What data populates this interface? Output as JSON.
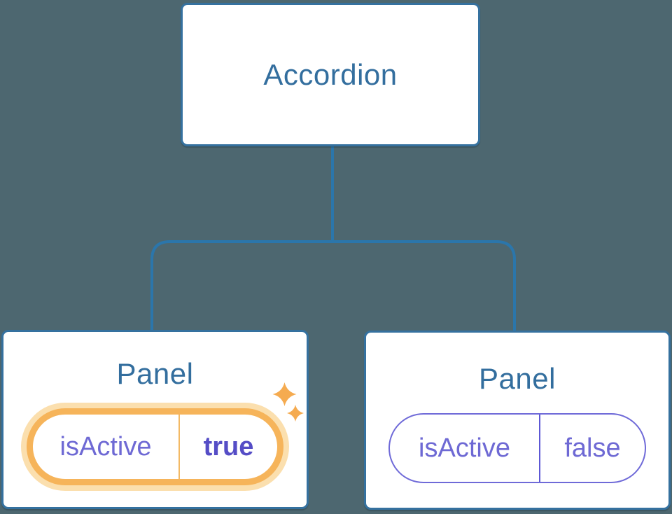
{
  "diagram": {
    "title_node": {
      "label": "Accordion"
    },
    "panels": [
      {
        "title": "Panel",
        "state_key": "isActive",
        "state_value": "true",
        "highlighted": true
      },
      {
        "title": "Panel",
        "state_key": "isActive",
        "state_value": "false",
        "highlighted": false
      }
    ],
    "icons": {
      "sparkles": "sparkles-icon"
    },
    "colors": {
      "background": "#4d6770",
      "node_border": "#35719f",
      "node_text": "#336e9e",
      "connector": "#2b76ab",
      "state_text": "#6e69d4",
      "state_value_active": "#554dc6",
      "active_ring": "#f6b45a",
      "active_halo": "#fbdfae",
      "active_divider": "#f3b964",
      "inactive_border": "#6f6ad8",
      "inactive_divider": "#5d58d5",
      "sparkle": "#f5ab50"
    }
  }
}
